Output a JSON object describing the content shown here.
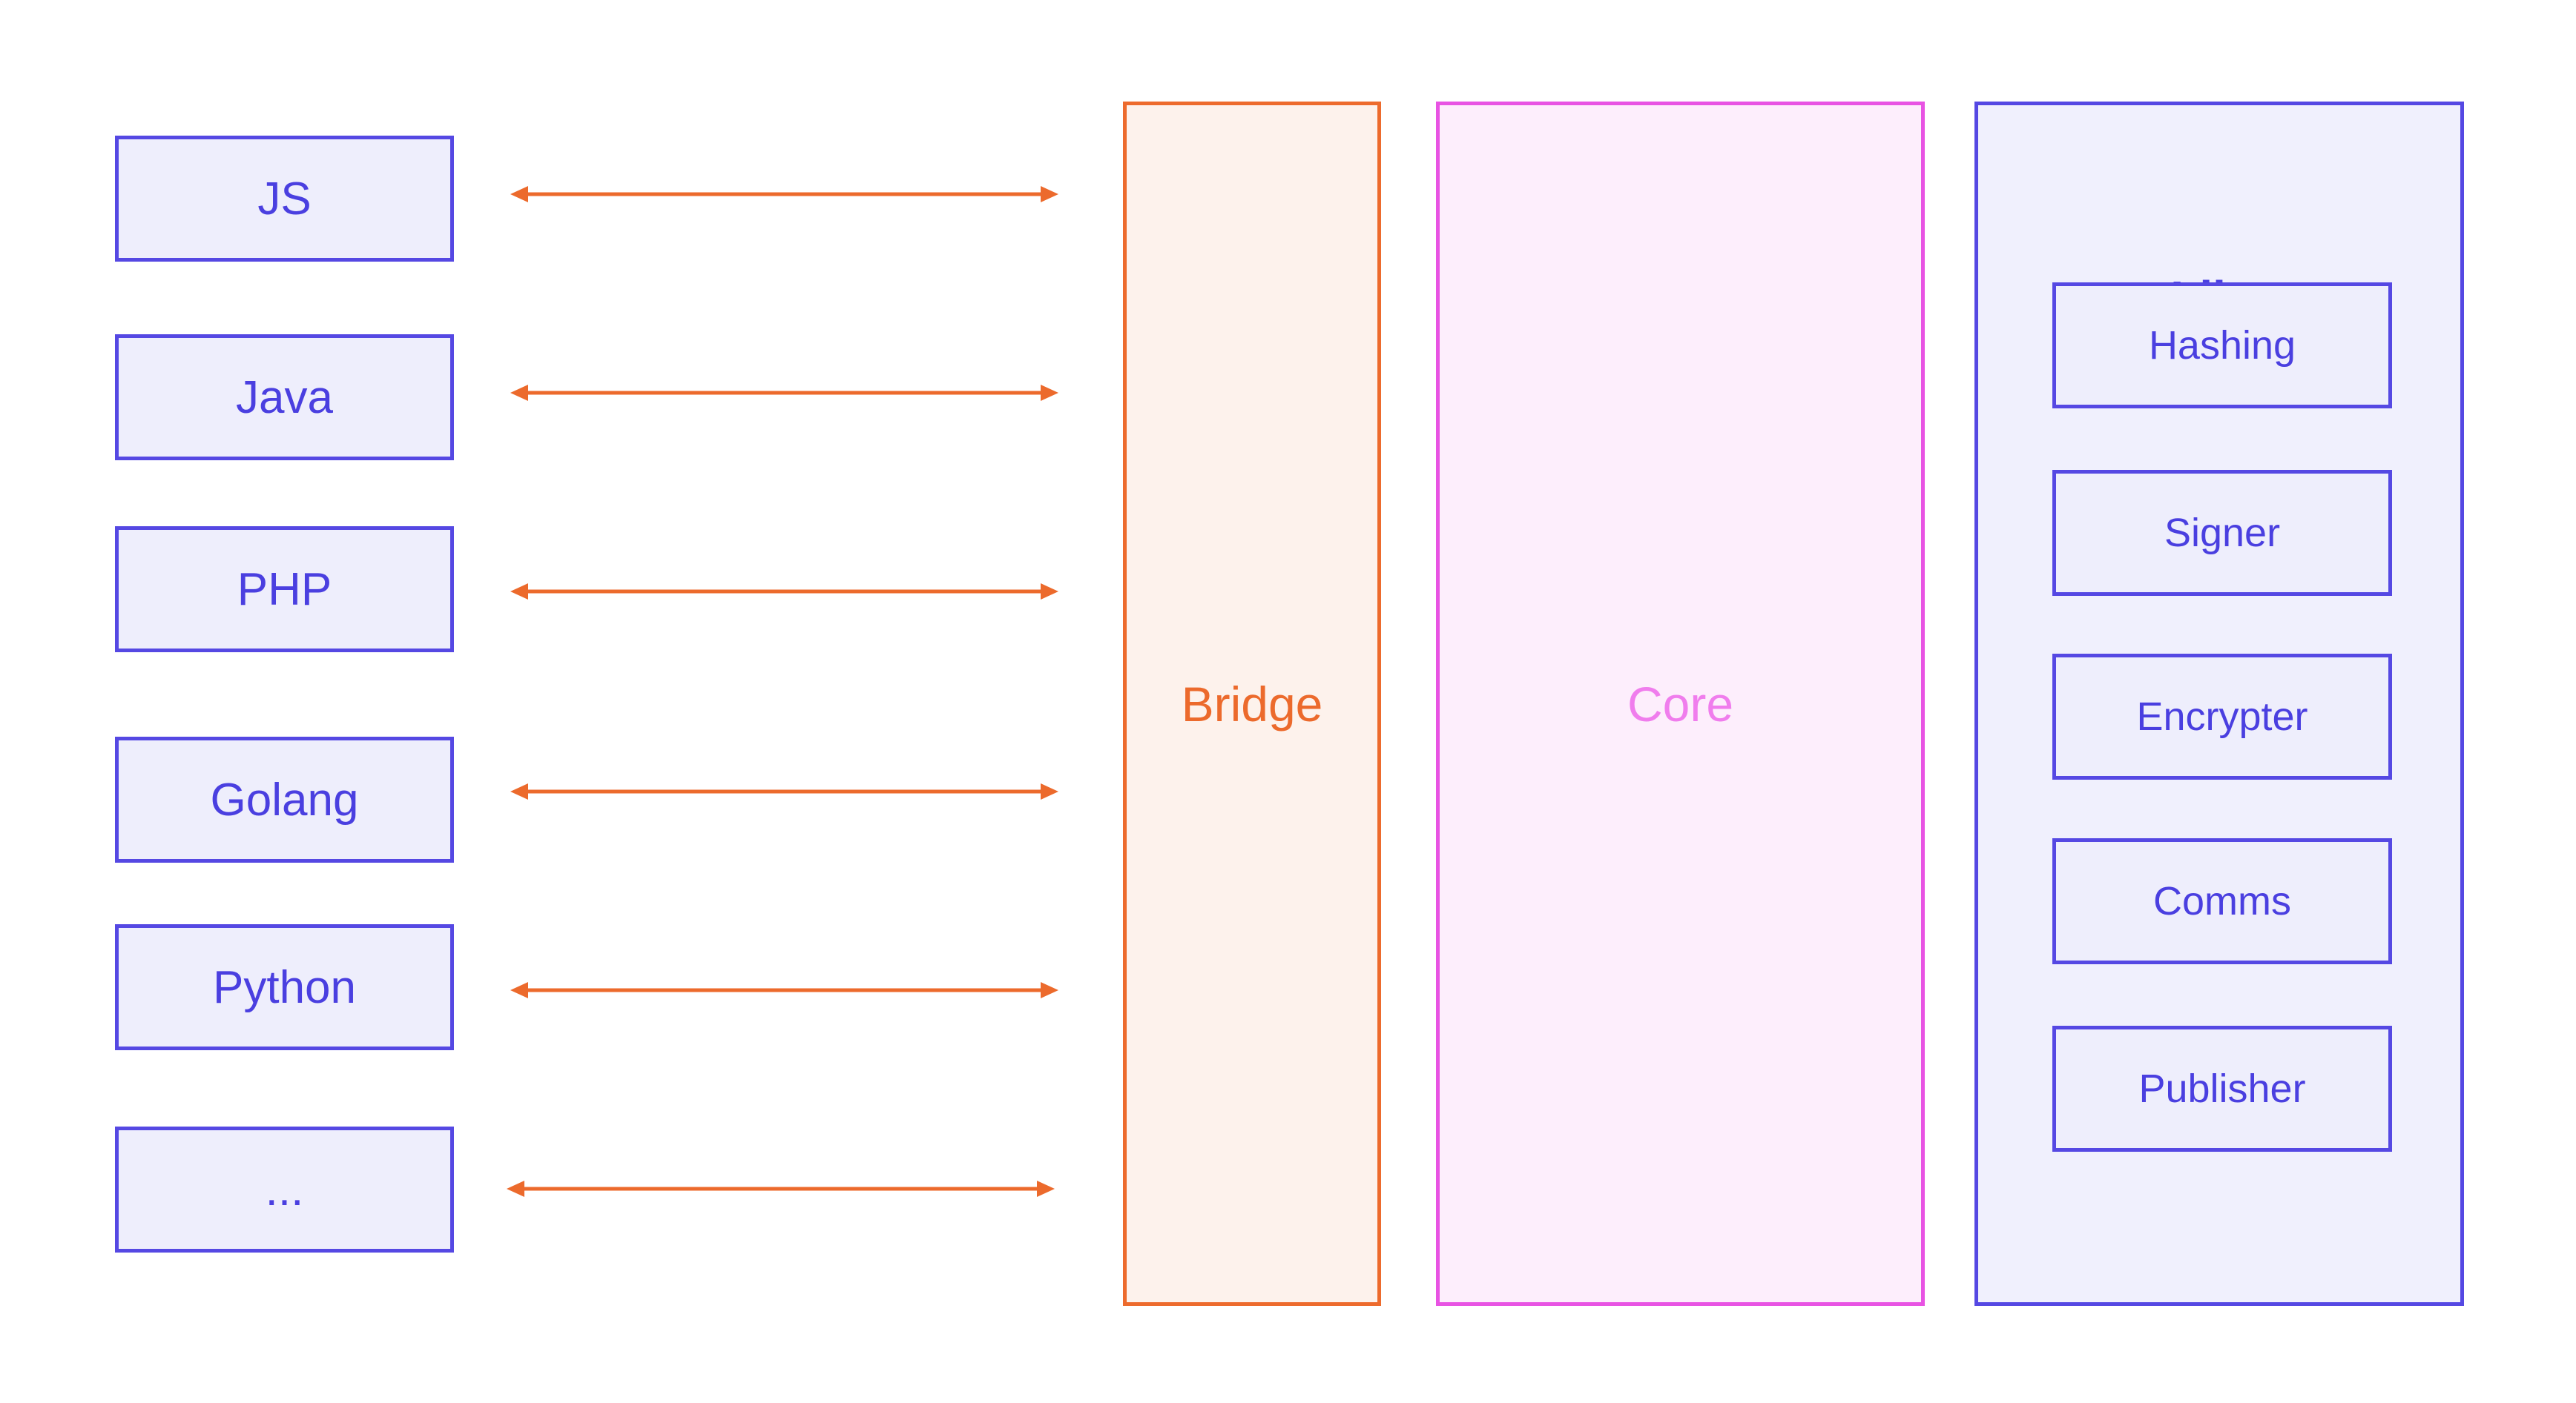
{
  "languages": [
    {
      "label": "JS"
    },
    {
      "label": "Java"
    },
    {
      "label": "PHP"
    },
    {
      "label": "Golang"
    },
    {
      "label": "Python"
    },
    {
      "label": "..."
    }
  ],
  "bridge": {
    "label": "Bridge"
  },
  "core": {
    "label": "Core"
  },
  "libs": {
    "title": "Libs",
    "items": [
      {
        "label": "Hashing"
      },
      {
        "label": "Signer"
      },
      {
        "label": "Encrypter"
      },
      {
        "label": "Comms"
      },
      {
        "label": "Publisher"
      }
    ]
  },
  "colors": {
    "primary": "#5548e3",
    "primary_fill": "#eeeefc",
    "bridge_border": "#ed6b2d",
    "bridge_fill": "#fdf2ec",
    "core_border": "#e853e3",
    "core_fill": "#fdeefc",
    "core_text": "#f07ded",
    "arrow": "#ec6a2c"
  }
}
